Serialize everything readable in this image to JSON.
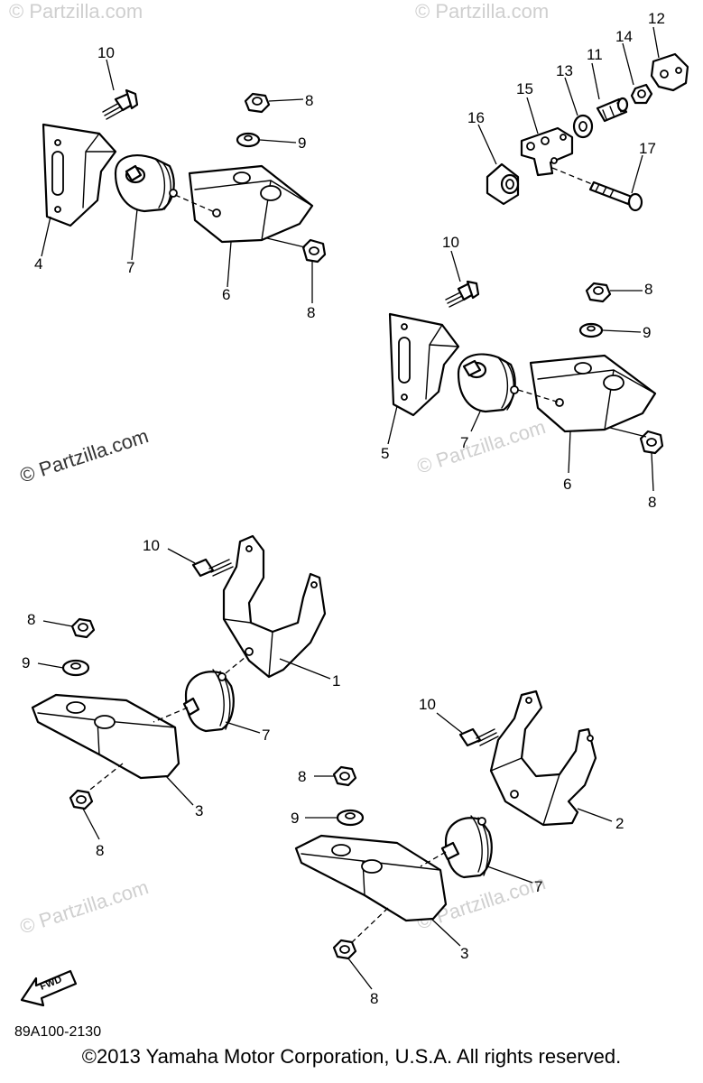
{
  "callouts": {
    "p1": "1",
    "p2": "2",
    "p3a": "3",
    "p3b": "3",
    "p4": "4",
    "p5": "5",
    "p6a": "6",
    "p6b": "6",
    "p7a": "7",
    "p7b": "7",
    "p7c": "7",
    "p7d": "7",
    "p8a": "8",
    "p8b": "8",
    "p8c": "8",
    "p8d": "8",
    "p8e": "8",
    "p8f": "8",
    "p8g": "8",
    "p8h": "8",
    "p9a": "9",
    "p9b": "9",
    "p9c": "9",
    "p9d": "9",
    "p10a": "10",
    "p10b": "10",
    "p10c": "10",
    "p10d": "10",
    "p11": "11",
    "p12": "12",
    "p13": "13",
    "p14": "14",
    "p15": "15",
    "p16": "16",
    "p17": "17"
  },
  "watermark": {
    "text": "© Partzilla.com"
  },
  "fwd_label": "FWD",
  "diagram_code": "89A100-2130",
  "copyright": "©2013  Yamaha Motor Corporation, U.S.A. All rights reserved."
}
